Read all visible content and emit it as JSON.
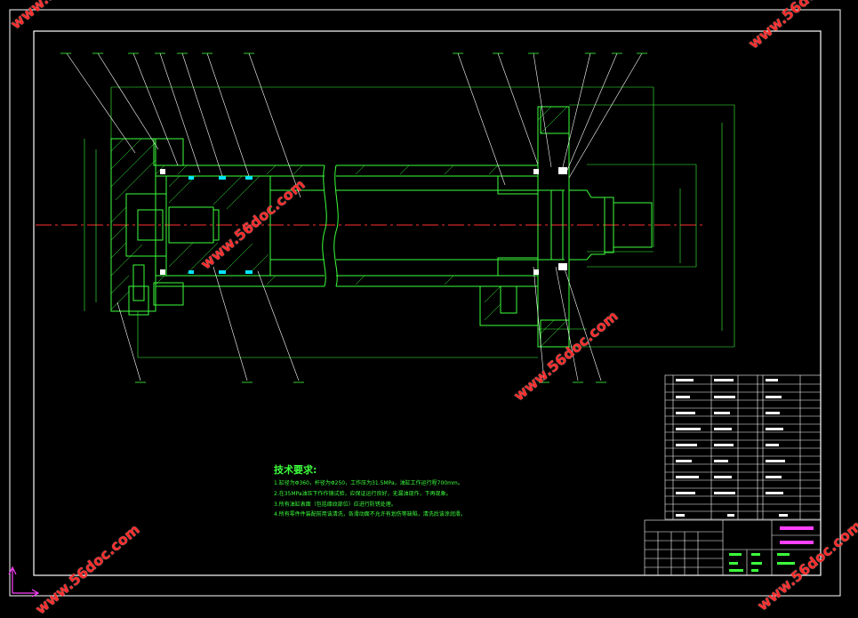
{
  "tech_requirements": {
    "title": "技术要求:",
    "lines": [
      "1.缸径为Φ360，杆径为Φ250，工作压为31.5MPa，油缸工作运行程700mm。",
      "2.在35MPa油压下作作镜试验，应保证运行良好，无漏油现作，下再现象。",
      "3.所有油缸表面（包括缘纹部位）应进行防锈处理。",
      "4.所有零件件装配前用该清洗，各滑动面不允许有划伤等缺陷，清洗后该涂润滑。"
    ]
  },
  "watermark": "www.56doc.com",
  "colors": {
    "background": "#000000",
    "frame": "#ffffff",
    "outline": "#3cff3c",
    "centerline": "#ff3030",
    "seal": "#00e5ff",
    "title_block_text": "#ff40ff",
    "watermark": "#ff2b2b"
  },
  "icons": {
    "ucs": "ucs-axis-icon"
  }
}
